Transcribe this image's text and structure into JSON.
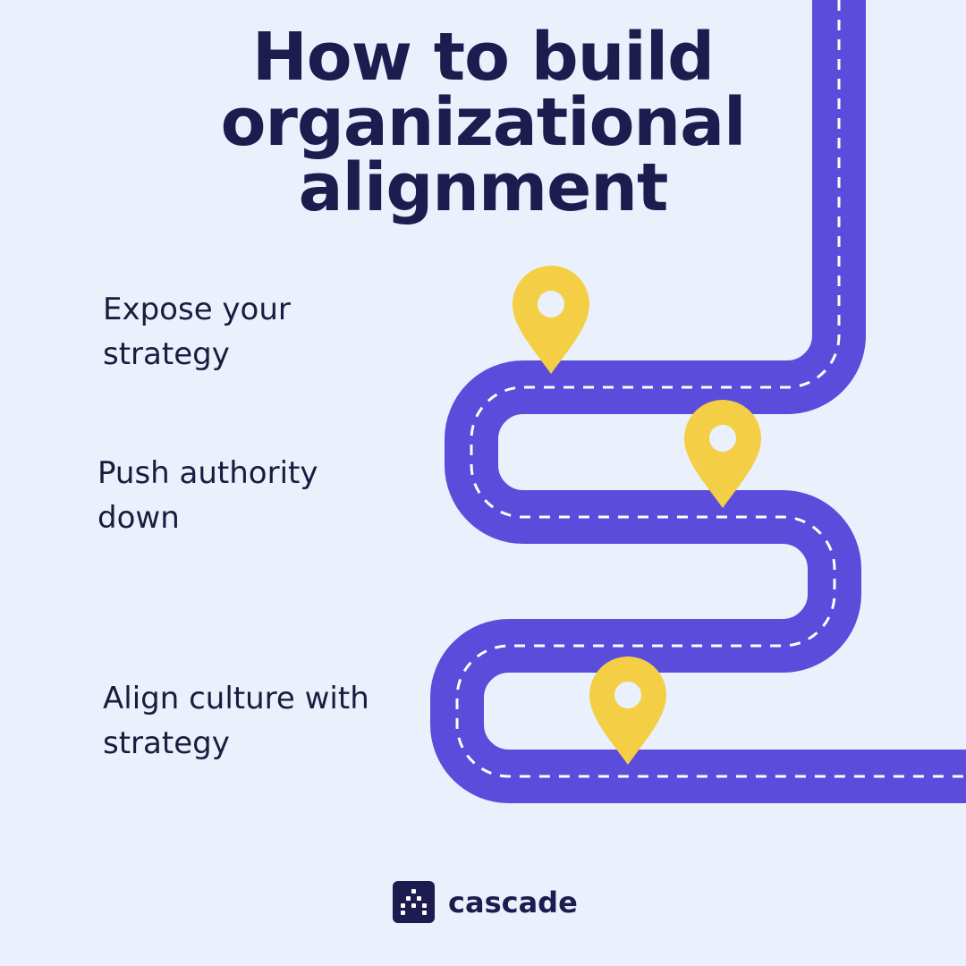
{
  "title": {
    "lines": [
      "How to build",
      "organizational",
      "alignment"
    ]
  },
  "steps": [
    {
      "lines": [
        "Expose your",
        "strategy"
      ]
    },
    {
      "lines": [
        "Push authority",
        "down"
      ]
    },
    {
      "lines": [
        "Align culture with",
        "strategy"
      ]
    }
  ],
  "brand": {
    "name": "cascade",
    "icon": "cascade-logo-icon"
  },
  "colors": {
    "background": "#eaf1fd",
    "road": "#5b4cdb",
    "pin": "#f4cf45",
    "title": "#1e1b4f"
  }
}
